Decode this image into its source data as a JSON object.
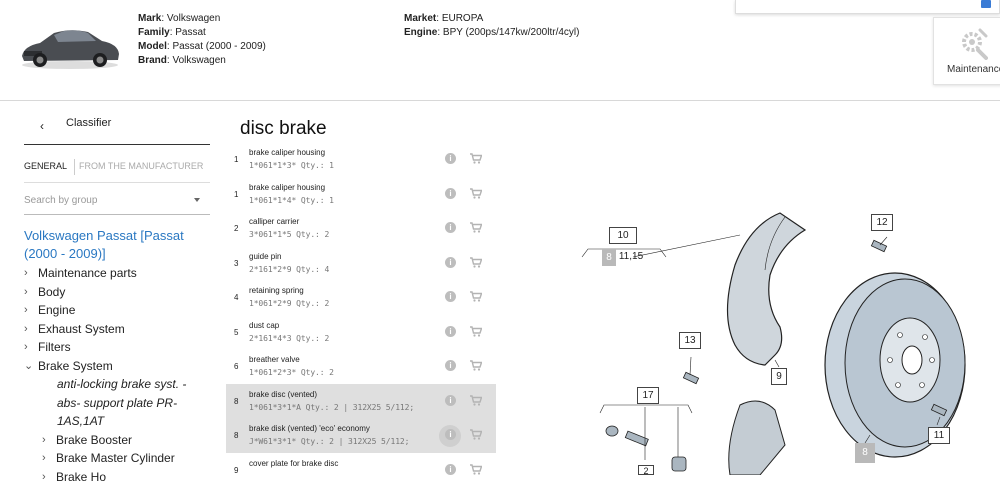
{
  "vehicle": {
    "mark_label": "Mark",
    "mark": "Volkswagen",
    "family_label": "Family",
    "family": "Passat",
    "model_label": "Model",
    "model": "Passat (2000 - 2009)",
    "brand_label": "Brand",
    "brand": "Volkswagen",
    "market_label": "Market",
    "market": "EUROPA",
    "engine_label": "Engine",
    "engine": "BPY (200ps/147kw/200ltr/4cyl)"
  },
  "maintenance_card": {
    "label": "Maintenance"
  },
  "sidebar": {
    "back_label": "Classifier",
    "tabs": [
      {
        "label": "GENERAL"
      },
      {
        "label": "FROM THE MANUFACTURER"
      }
    ],
    "search_placeholder": "Search by group",
    "vehicle_link": "Volkswagen Passat [Passat (2000 - 2009)]",
    "tree": [
      {
        "label": "Maintenance parts"
      },
      {
        "label": "Body"
      },
      {
        "label": "Engine"
      },
      {
        "label": "Exhaust System"
      },
      {
        "label": "Filters"
      },
      {
        "label": "Brake System"
      }
    ],
    "brake_sub_text": "anti-locking brake syst. - abs- support plate PR-1AS,1AT",
    "brake_children": [
      {
        "label": "Brake Booster"
      },
      {
        "label": "Brake Master Cylinder"
      },
      {
        "label": "Brake Ho"
      }
    ]
  },
  "main": {
    "title": "disc brake",
    "parts": [
      {
        "num": "1",
        "name": "brake caliper housing",
        "code": "1*061*1*3* Qty.: 1"
      },
      {
        "num": "1",
        "name": "brake caliper housing",
        "code": "1*061*1*4* Qty.: 1"
      },
      {
        "num": "2",
        "name": "calliper carrier",
        "code": "3*061*1*5 Qty.: 2"
      },
      {
        "num": "3",
        "name": "guide pin",
        "code": "2*161*2*9 Qty.: 4"
      },
      {
        "num": "4",
        "name": "retaining spring",
        "code": "1*061*2*9 Qty.: 2"
      },
      {
        "num": "5",
        "name": "dust cap",
        "code": "2*161*4*3 Qty.: 2"
      },
      {
        "num": "6",
        "name": "breather valve",
        "code": "1*061*2*3* Qty.: 2"
      },
      {
        "num": "8",
        "name": "brake disc (vented)",
        "code": "1*061*3*1*A Qty.: 2 | 312X25 5/112;"
      },
      {
        "num": "8",
        "name": "brake disk (vented) 'eco' economy",
        "code": "J*W61*3*1* Qty.: 2 | 312X25 5/112;"
      },
      {
        "num": "9",
        "name": "cover plate for brake disc",
        "code": ""
      }
    ]
  },
  "diagram": {
    "callouts": [
      {
        "label": "10"
      },
      {
        "label": "8"
      },
      {
        "label": "11,15"
      },
      {
        "label": "12"
      },
      {
        "label": "13"
      },
      {
        "label": "9"
      },
      {
        "label": "17"
      },
      {
        "label": "11"
      },
      {
        "label": "8"
      },
      {
        "label": "2"
      }
    ]
  }
}
